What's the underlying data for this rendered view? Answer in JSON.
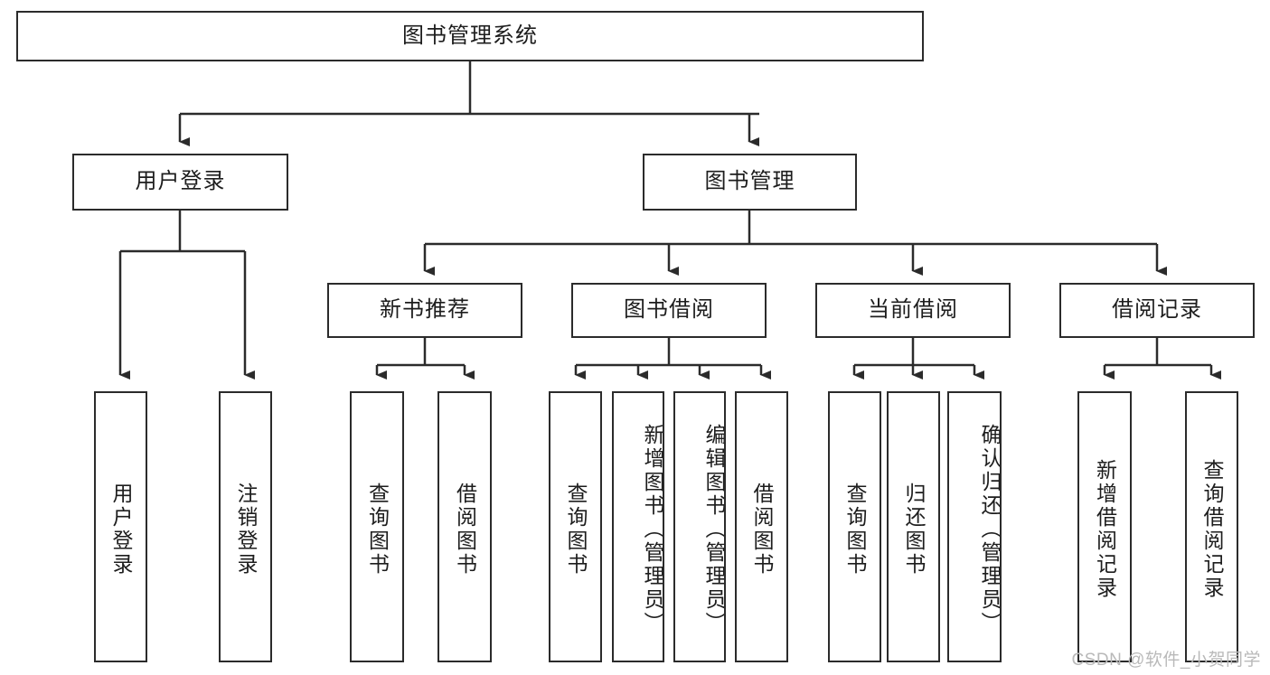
{
  "diagram": {
    "title_node": {
      "label": "图书管理系统"
    },
    "level1": [
      {
        "id": "user-login",
        "label": "用户登录"
      },
      {
        "id": "book-management",
        "label": "图书管理"
      }
    ],
    "level2": [
      {
        "id": "new-book-recommend",
        "label": "新书推荐"
      },
      {
        "id": "book-borrow",
        "label": "图书借阅"
      },
      {
        "id": "current-borrow",
        "label": "当前借阅"
      },
      {
        "id": "borrow-record",
        "label": "借阅记录"
      }
    ],
    "leaves": {
      "user_login": [
        {
          "id": "leaf-user-login",
          "label": "用户登录"
        },
        {
          "id": "leaf-logout-login",
          "label": "注销登录"
        }
      ],
      "new_book_recommend": [
        {
          "id": "leaf-query-book-1",
          "label": "查询图书"
        },
        {
          "id": "leaf-borrow-book-1",
          "label": "借阅图书"
        }
      ],
      "book_borrow": [
        {
          "id": "leaf-query-book-2",
          "label": "查询图书"
        },
        {
          "id": "leaf-add-book",
          "label": "新增图书（管理员）"
        },
        {
          "id": "leaf-edit-book",
          "label": "编辑图书（管理员）"
        },
        {
          "id": "leaf-borrow-book-2",
          "label": "借阅图书"
        }
      ],
      "current_borrow": [
        {
          "id": "leaf-query-book-3",
          "label": "查询图书"
        },
        {
          "id": "leaf-return-book",
          "label": "归还图书"
        },
        {
          "id": "leaf-confirm-return",
          "label": "确认归还（管理员）"
        }
      ],
      "borrow_record": [
        {
          "id": "leaf-add-borrow-record",
          "label": "新增借阅记录"
        },
        {
          "id": "leaf-query-borrow-record",
          "label": "查询借阅记录"
        }
      ]
    }
  },
  "watermark": {
    "text": "CSDN @软件_小贺同学"
  },
  "colors": {
    "stroke": "#2b2b2b",
    "background": "#ffffff",
    "text": "#1d1d1d",
    "watermark": "#b9b9b9"
  }
}
